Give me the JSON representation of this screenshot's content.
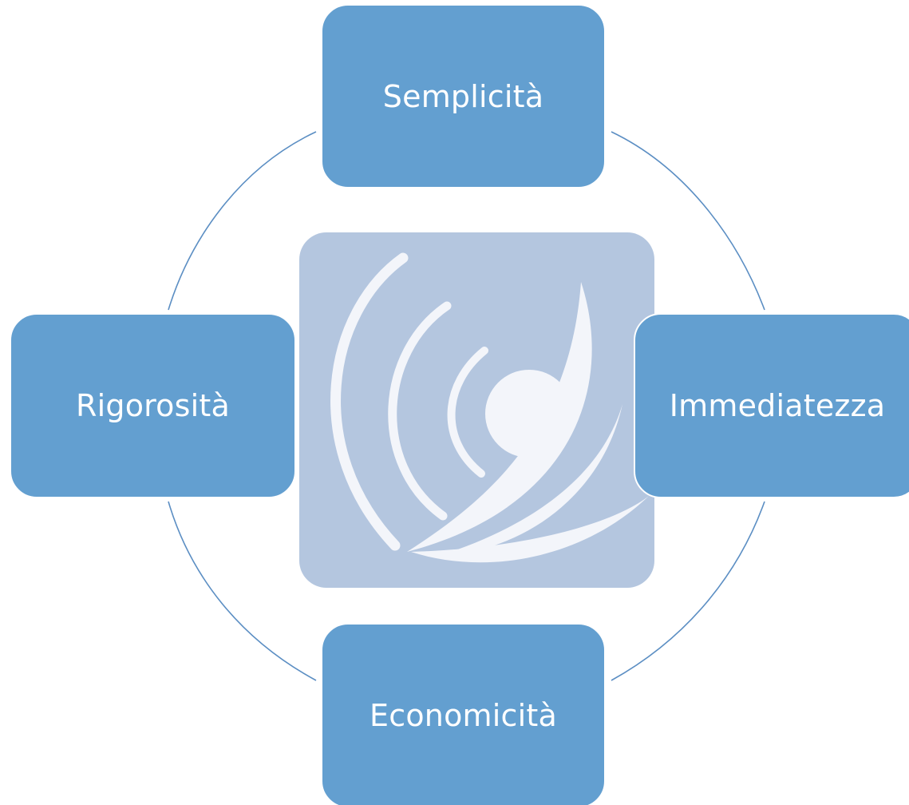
{
  "diagram": {
    "nodes": [
      {
        "id": "top",
        "label": "Semplicità"
      },
      {
        "id": "right",
        "label": "Immediatezza"
      },
      {
        "id": "bottom",
        "label": "Economicità"
      },
      {
        "id": "left",
        "label": "Rigorosità"
      }
    ]
  },
  "colors": {
    "node_fill": "#639fd0",
    "ring_stroke": "#5b8ec3",
    "logo_bg": "#b4c6df",
    "logo_mark": "#f3f5fa"
  },
  "center_logo": {
    "icon": "satellite-dish-icon"
  }
}
